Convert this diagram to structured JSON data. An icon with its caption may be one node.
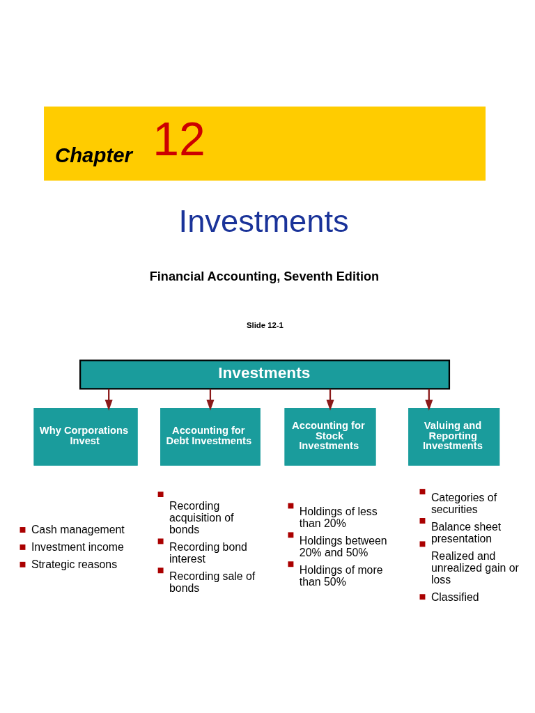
{
  "diagram": {
    "nodes": [
      {
        "text": [
          "Investments"
        ]
      },
      {
        "text": [
          "Why Corporations Invest"
        ],
        "beside": [
          "Cash management",
          "Investment income",
          "Strategic reasons"
        ]
      },
      {
        "text": [
          "Accounting for Debt Investments"
        ],
        "beside": [
          "Recording acquisition of bonds",
          "Recording bond interest",
          "Recording sale of bonds"
        ]
      },
      {
        "text": [
          "Accounting for Stock Investments"
        ],
        "beside": [
          "Holdings of less than 20%",
          "Holdings between 20% and 50%",
          "Holdings of more than 50%"
        ]
      },
      {
        "text": [
          "Valuing and Reporting Investments"
        ],
        "beside": [
          "Categories of securities",
          "Balance sheet presentation",
          "Realized and unrealized gain or loss",
          "Classified"
        ]
      }
    ],
    "edges": [
      {
        "from": 0,
        "to": 1,
        "arrow": "to"
      },
      {
        "from": 0,
        "to": 2,
        "arrow": "to"
      },
      {
        "from": 0,
        "to": 3,
        "arrow": "to"
      },
      {
        "from": 0,
        "to": 4,
        "arrow": "to"
      }
    ],
    "labels": [
      "Chapter",
      "12",
      "Investments",
      "Financial Accounting, Seventh Edition",
      "Slide 12-1"
    ]
  }
}
